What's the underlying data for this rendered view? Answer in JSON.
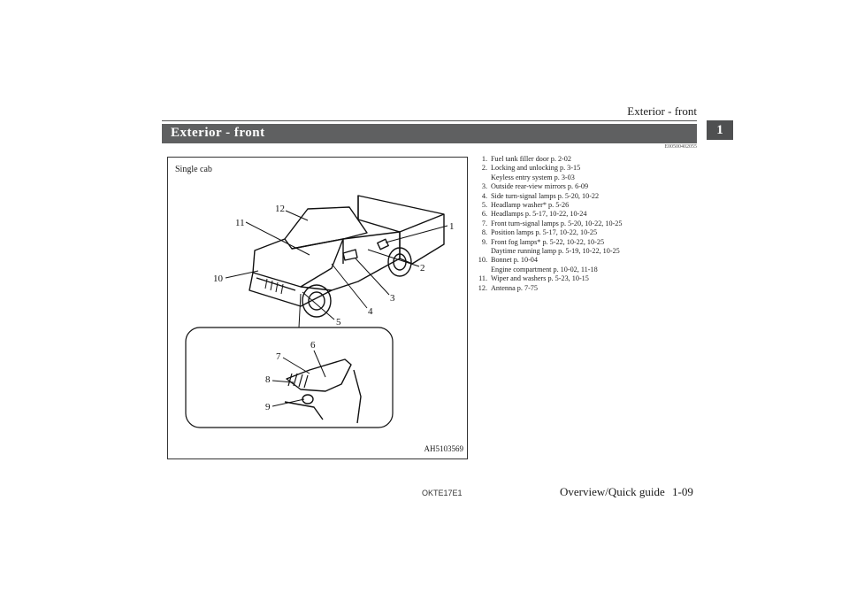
{
  "header": {
    "running_title": "Exterior - front",
    "chapter_number": "1"
  },
  "section": {
    "title": "Exterior - front",
    "reference_code": "E00500402055"
  },
  "figure": {
    "caption": "Single cab",
    "image_code": "AH5103569",
    "callouts": [
      "1",
      "2",
      "3",
      "4",
      "5",
      "6",
      "7",
      "8",
      "9",
      "10",
      "11",
      "12"
    ]
  },
  "items": [
    {
      "num": "1.",
      "lines": [
        "Fuel tank filler door p. 2-02"
      ]
    },
    {
      "num": "2.",
      "lines": [
        "Locking and unlocking p. 3-15",
        "Keyless entry system p. 3-03"
      ]
    },
    {
      "num": "3.",
      "lines": [
        "Outside rear-view mirrors p. 6-09"
      ]
    },
    {
      "num": "4.",
      "lines": [
        "Side turn-signal lamps p. 5-20, 10-22"
      ]
    },
    {
      "num": "5.",
      "lines": [
        "Headlamp washer* p. 5-26"
      ]
    },
    {
      "num": "6.",
      "lines": [
        "Headlamps p. 5-17, 10-22, 10-24"
      ]
    },
    {
      "num": "7.",
      "lines": [
        "Front turn-signal lamps p. 5-20, 10-22, 10-25"
      ]
    },
    {
      "num": "8.",
      "lines": [
        "Position lamps p. 5-17, 10-22, 10-25"
      ]
    },
    {
      "num": "9.",
      "lines": [
        "Front fog lamps* p. 5-22, 10-22, 10-25",
        "Daytime running lamp p. 5-19, 10-22, 10-25"
      ]
    },
    {
      "num": "10.",
      "lines": [
        "Bonnet p. 10-04",
        "Engine compartment p. 10-02, 11-18"
      ]
    },
    {
      "num": "11.",
      "lines": [
        "Wiper and washers p. 5-23, 10-15"
      ]
    },
    {
      "num": "12.",
      "lines": [
        "Antenna p. 7-75"
      ]
    }
  ],
  "footer": {
    "manual_code": "OKTE17E1",
    "section_name": "Overview/Quick guide",
    "page_number": "1-09"
  }
}
